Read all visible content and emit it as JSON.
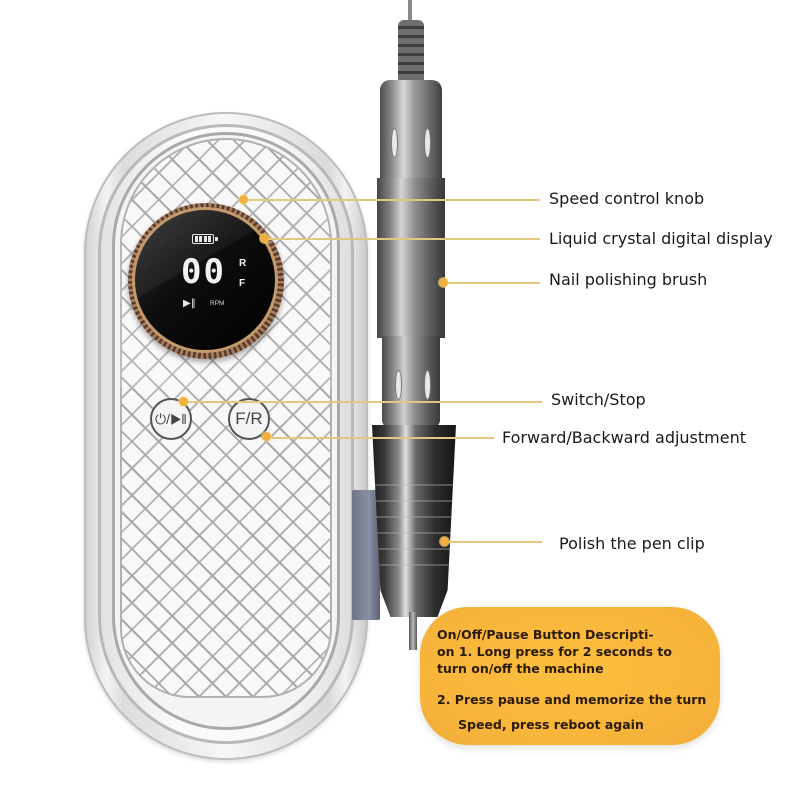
{
  "display": {
    "digits": "00",
    "direction_r": "R",
    "direction_f": "F",
    "play_pause_glyph": "▶‖",
    "unit": "RPM",
    "battery_icon": "battery-full-icon"
  },
  "buttons": {
    "power_play": {
      "glyph": "⏻/▶‖",
      "icon": "power-play-pause-icon"
    },
    "forward_reverse": {
      "label": "F/R"
    }
  },
  "callouts": [
    {
      "id": "speed-control-knob",
      "label": "Speed control knob"
    },
    {
      "id": "lcd-display",
      "label": "Liquid crystal digital display"
    },
    {
      "id": "nail-polishing-brush",
      "label": "Nail polishing brush"
    },
    {
      "id": "switch-stop",
      "label": "Switch/Stop"
    },
    {
      "id": "forward-backward",
      "label": "Forward/Backward adjustment"
    },
    {
      "id": "pen-clip",
      "label": "Polish the pen clip"
    }
  ],
  "info_box": {
    "lines": [
      "On/Off/Pause Button Descripti-",
      "on 1. Long press for 2 seconds to",
      "turn on/off the machine",
      "2. Press pause and memorize the turn",
      "Speed, press reboot again"
    ]
  },
  "colors": {
    "callout_line": "#e3c77f",
    "callout_dot": "#f0b040",
    "info_box_bg": "#f7b43a",
    "knob_ring": "#c49a6c"
  }
}
